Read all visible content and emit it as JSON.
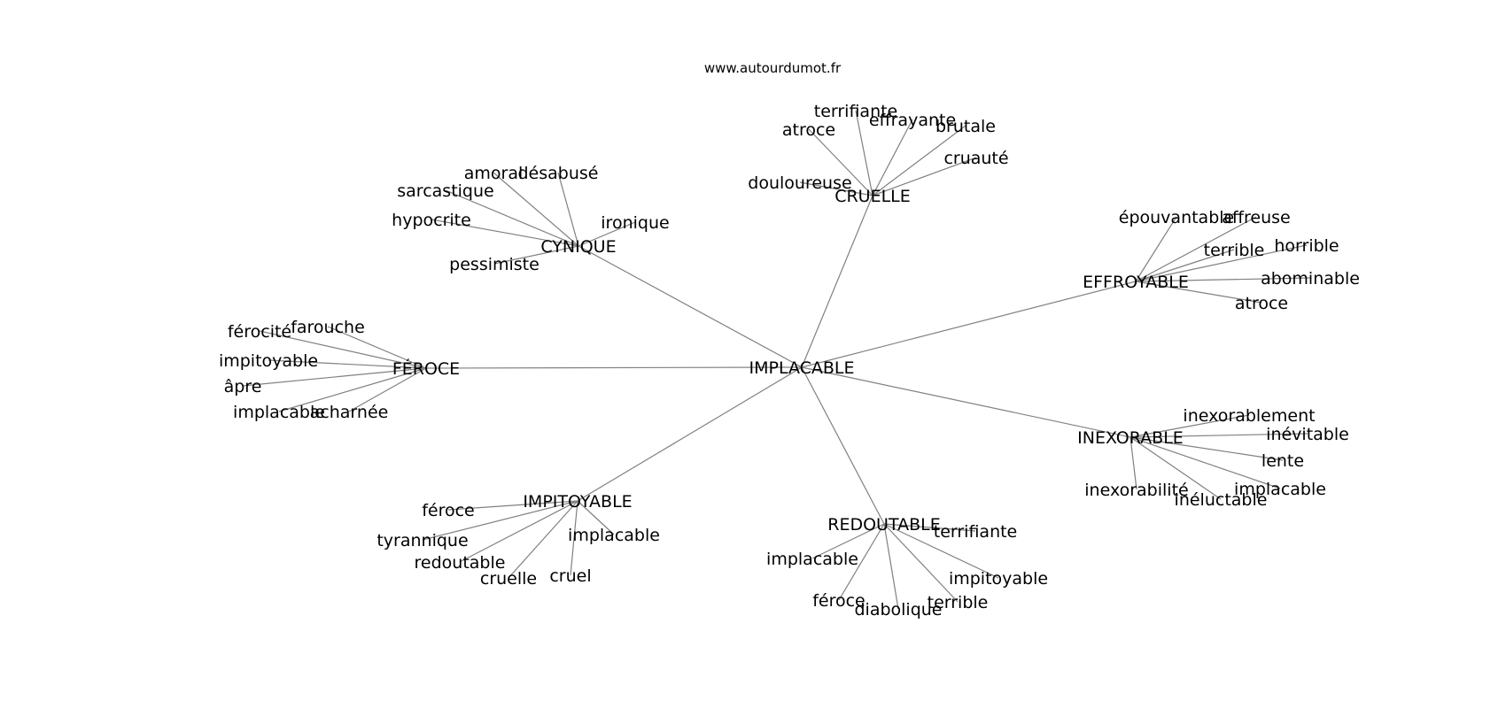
{
  "source": "www.autourdumot.fr",
  "center": "IMPLACABLE",
  "clusters": [
    {
      "label": "CRUELLE",
      "leaves": [
        "atroce",
        "terrifiante",
        "effrayante",
        "brutale",
        "cruauté",
        "douloureuse"
      ]
    },
    {
      "label": "CYNIQUE",
      "leaves": [
        "amoral",
        "désabusé",
        "sarcastique",
        "hypocrite",
        "ironique",
        "pessimiste"
      ]
    },
    {
      "label": "EFFROYABLE",
      "leaves": [
        "épouvantable",
        "affreuse",
        "terrible",
        "horrible",
        "abominable",
        "atroce"
      ]
    },
    {
      "label": "FÉROCE",
      "leaves": [
        "férocité",
        "farouche",
        "impitoyable",
        "âpre",
        "implacable",
        "acharnée"
      ]
    },
    {
      "label": "INEXORABLE",
      "leaves": [
        "inexorablement",
        "inévitable",
        "lente",
        "inexorabilité",
        "implacable",
        "inéluctable"
      ]
    },
    {
      "label": "IMPITOYABLE",
      "leaves": [
        "féroce",
        "tyrannique",
        "redoutable",
        "cruelle",
        "cruel",
        "implacable"
      ]
    },
    {
      "label": "REDOUTABLE",
      "leaves": [
        "terrifiante",
        "implacable",
        "impitoyable",
        "féroce",
        "diabolique",
        "terrible"
      ]
    }
  ]
}
